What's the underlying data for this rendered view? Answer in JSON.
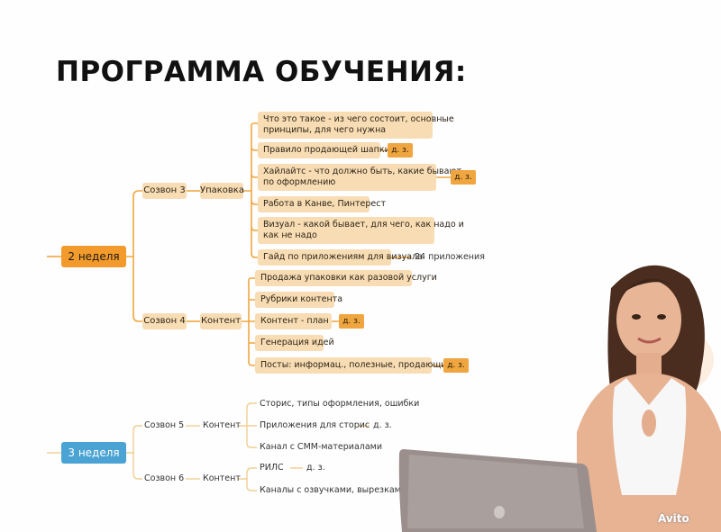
{
  "title": "ПРОГРАММА ОБУЧЕНИЯ:",
  "weeks": [
    {
      "label": "2 неделя",
      "calls": [
        {
          "label": "Созвон 3",
          "topic": "Упаковка",
          "items": [
            {
              "text_lines": [
                "Что это такое - из чего состоит, основные",
                "принципы, для чего нужна"
              ]
            },
            {
              "text_lines": [
                "Правило продающей шапки"
              ],
              "tag": "д. з."
            },
            {
              "text_lines": [
                "Хайлайтс - что должно быть, какие бывают",
                "по оформлению"
              ],
              "tag": "д. з."
            },
            {
              "text_lines": [
                "Работа в Канве, Пинтерест"
              ]
            },
            {
              "text_lines": [
                "Визуал - какой бывает, для чего, как надо и",
                "как не надо"
              ]
            },
            {
              "text_lines": [
                "Гайд по приложениям для визуала"
              ],
              "note": "24 приложения"
            }
          ]
        },
        {
          "label": "Созвон 4",
          "topic": "Контент",
          "items": [
            {
              "text_lines": [
                "Продажа упаковки как разовой услуги"
              ]
            },
            {
              "text_lines": [
                "Рубрики контента"
              ]
            },
            {
              "text_lines": [
                "Контент - план"
              ],
              "tag": "д. з."
            },
            {
              "text_lines": [
                "Генерация идей"
              ]
            },
            {
              "text_lines": [
                "Посты: информац., полезные, продающие"
              ],
              "tag": "д. з."
            }
          ]
        }
      ]
    },
    {
      "label": "3 неделя",
      "calls": [
        {
          "label": "Созвон 5",
          "topic": "Контент",
          "items": [
            {
              "text_lines": [
                "Сторис, типы оформления, ошибки"
              ]
            },
            {
              "text_lines": [
                "Приложения для сторис"
              ],
              "tag": "д. з."
            },
            {
              "text_lines": [
                "Канал с СММ-материалами"
              ]
            }
          ]
        },
        {
          "label": "Созвон 6",
          "topic": "Контент",
          "items": [
            {
              "text_lines": [
                "РИЛС"
              ],
              "tag": "д. з."
            },
            {
              "text_lines": [
                "Каналы с озвучками, вырезками и идеями"
              ]
            }
          ]
        }
      ]
    }
  ],
  "watermark": "Avito",
  "colors": {
    "week_main": "#f29b2c",
    "week_blue": "#4aa3d3",
    "node_light": "#f8ddb4",
    "tag": "#f0a640",
    "line_main": "#f0a640",
    "line_light": "#f0cf92"
  }
}
